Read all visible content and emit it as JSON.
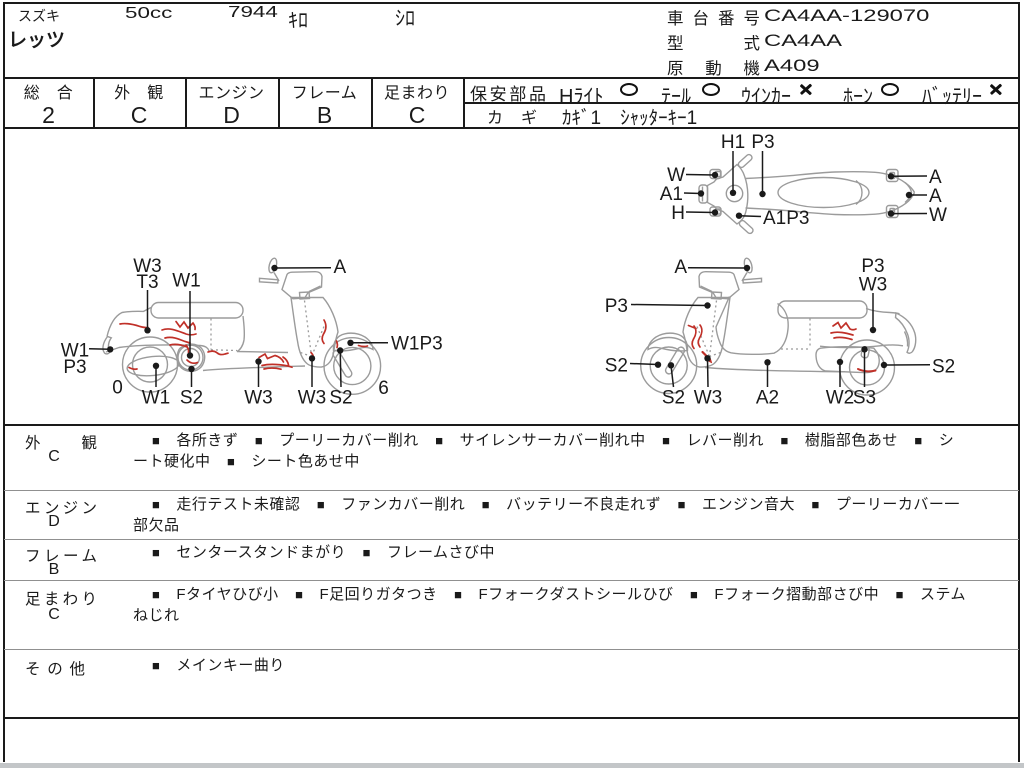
{
  "vehicle": {
    "maker": "スズキ",
    "model": "レッツ",
    "displacement": "50cc",
    "mileage": "7944",
    "mileage_unit": "ｷﾛ",
    "color": "ｼﾛ",
    "chassis_no_label": "車台番号",
    "chassis_no": "CA4AA-129070",
    "model_code_label": "型式",
    "model_code": "CA4AA",
    "engine_code_label": "原動機",
    "engine_code": "A409"
  },
  "ratings": {
    "overall": {
      "label": "総　合",
      "value": "2"
    },
    "exterior": {
      "label": "外　観",
      "value": "C"
    },
    "engine": {
      "label": "エンジン",
      "value": "D"
    },
    "frame": {
      "label": "フレーム",
      "value": "B"
    },
    "undercarriage": {
      "label": "足まわり",
      "value": "C"
    }
  },
  "safety_parts": {
    "title": "保安部品",
    "items": [
      {
        "label": "Hﾗｲﾄ",
        "status": "ok"
      },
      {
        "label": "ﾃｰﾙ",
        "status": "ok"
      },
      {
        "label": "ｳｲﾝｶｰ",
        "status": "ng"
      },
      {
        "label": "ﾎｰﾝ",
        "status": "ok"
      },
      {
        "label": "ﾊﾞｯﾃﾘｰ",
        "status": "ng"
      }
    ],
    "key_label": "カギ",
    "key_value": "ｶｷﾞ1　ｼｬｯﾀｰｷｰ1"
  },
  "bullet_marker": "■",
  "condition_sections": [
    {
      "label": "外観",
      "grade": "C",
      "items": [
        "各所きず",
        "プーリーカバー削れ",
        "サイレンサーカバー削れ中",
        "レバー削れ",
        "樹脂部色あせ",
        "シート硬化中",
        "シート色あせ中"
      ]
    },
    {
      "label": "エンジン",
      "grade": "D",
      "items": [
        "走行テスト未確認",
        "ファンカバー削れ",
        "バッテリー不良走れず",
        "エンジン音大",
        "プーリーカバー一部欠品"
      ]
    },
    {
      "label": "フレーム",
      "grade": "B",
      "items": [
        "センタースタンドまがり",
        "フレームさび中"
      ]
    },
    {
      "label": "足まわり",
      "grade": "C",
      "items": [
        "Fタイヤひび小",
        "F足回りガタつき",
        "Fフォークダストシールひび",
        "Fフォーク摺動部さび中",
        "ステムねじれ"
      ]
    },
    {
      "label": "その他",
      "grade": "",
      "items": [
        "メインキー曲り"
      ]
    }
  ],
  "diagram_annotations": {
    "top_view": [
      "H1",
      "P3",
      "W",
      "A1",
      "H",
      "A1P3",
      "A",
      "A",
      "W"
    ],
    "left_view": [
      "W3",
      "T3",
      "W1",
      "A",
      "W1",
      "P3",
      "0",
      "W1",
      "S2",
      "W3",
      "W3",
      "S2",
      "6",
      "W1P3"
    ],
    "right_view": [
      "A",
      "P3",
      "P3",
      "W3",
      "S2",
      "S2",
      "W3",
      "A2",
      "W2",
      "S3",
      "S2"
    ]
  },
  "colors": {
    "line_art": "#9b9b9b",
    "damage_marks": "#c03028",
    "ink": "#1a1a1a",
    "row_separator": "#909090",
    "scan_edge": "#c3c6c8"
  }
}
